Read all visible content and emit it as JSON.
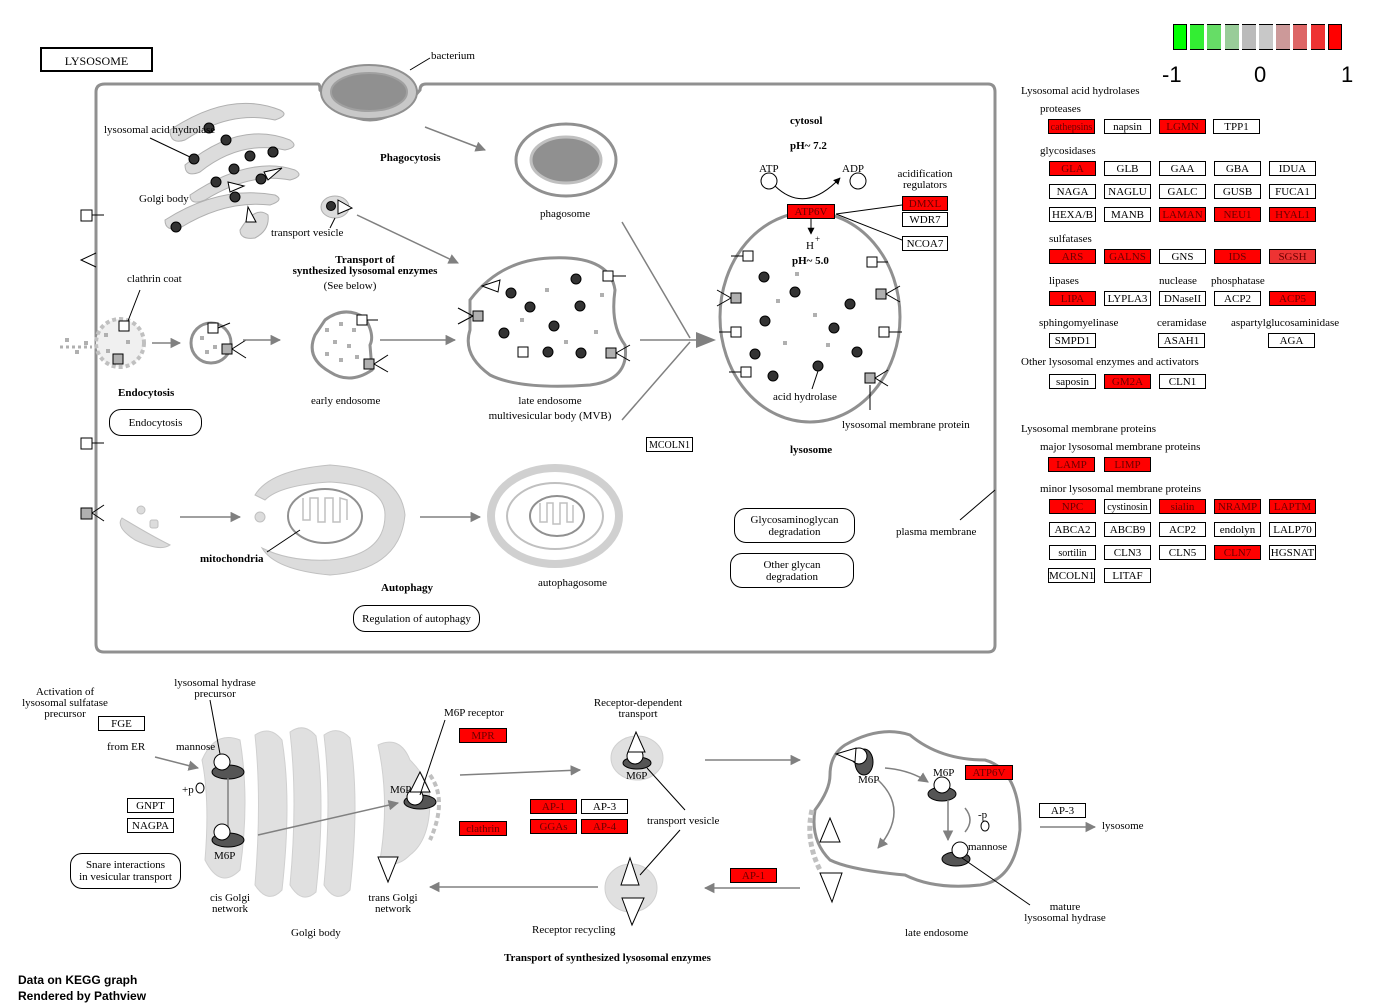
{
  "title": "LYSOSOME",
  "legend": {
    "min": "-1",
    "mid": "0",
    "max": "1",
    "colors": [
      "#00ff00",
      "#33ee33",
      "#66dd66",
      "#99cc99",
      "#bbbbbb",
      "#c8c8c8",
      "#cc9999",
      "#dd6666",
      "#ee3333",
      "#ff0000"
    ]
  },
  "credit": {
    "line1": "Data on KEGG graph",
    "line2": "Rendered by Pathview"
  },
  "labels": {
    "bacterium": "bacterium",
    "lysosomal_acid_hydrolase": "lysosomal acid hydrolase",
    "golgi_body_top": "Golgi body",
    "transport_vesicle_top": "transport vesicle",
    "phagocytosis": "Phagocytosis",
    "phagosome": "phagosome",
    "transport_synth_1": "Transport of",
    "transport_synth_2": "synthesized lysosomal enzymes",
    "see_below": "(See below)",
    "clathrin_coat": "clathrin coat",
    "endocytosis_bold": "Endocytosis",
    "early_endosome": "early endosome",
    "late_endosome_1": "late endosome",
    "late_endosome_2": "multivesicular body (MVB)",
    "cytosol": "cytosol",
    "ph72": "pH~ 7.2",
    "atp": "ATP",
    "adp": "ADP",
    "acid_reg_1": "acidification",
    "acid_reg_2": "regulators",
    "hplus": "H",
    "plus": "+",
    "ph50": "pH~ 5.0",
    "acid_hydrolase": "acid  hydrolase",
    "lysosomal_membrane_protein": "lysosomal membrane protein",
    "lysosome": "lysosome",
    "mitochondria": "mitochondria",
    "autophagy": "Autophagy",
    "autophagosome": "autophagosome",
    "plasma_membrane": "plasma membrane",
    "activation_1": "Activation of",
    "activation_2": "lysosomal sulfatase",
    "activation_3": "precursor",
    "lysosomal_hydrase_1": "lysosomal hydrase",
    "lysosomal_hydrase_2": "precursor",
    "from_er": "from ER",
    "mannose1": "mannose",
    "plus_p": "+p",
    "m6p_cis": "M6P",
    "cis_golgi_1": "cis Golgi",
    "cis_golgi_2": "network",
    "golgi_body_bottom": "Golgi body",
    "m6p_receptor": "M6P receptor",
    "m6p_trans": "M6P",
    "trans_golgi_1": "trans Golgi",
    "trans_golgi_2": "network",
    "receptor_dependent_1": "Receptor-dependent",
    "receptor_dependent_2": "transport",
    "m6p_vesicle": "M6P",
    "transport_vesicle_bottom": "transport vesicle",
    "receptor_recycling": "Receptor recycling",
    "transport_bottom_title": "Transport of synthesized lysosomal enzymes",
    "m6p_le1": "M6P",
    "m6p_le2": "M6P",
    "minus_p": "-p",
    "mannose2": "mannose",
    "mature_1": "mature",
    "mature_2": "lysosomal hydrase",
    "late_endosome_bottom": "late endosome",
    "lysosome_bottom": "lysosome"
  },
  "rounded_boxes": {
    "endocytosis": "Endocytosis",
    "regulation_autophagy": "Regulation of autophagy",
    "gag_1": "Glycosaminoglycan",
    "gag_2": "degradation",
    "glycan_1": "Other glycan",
    "glycan_2": "degradation",
    "snare_1": "Snare interactions",
    "snare_2": "in vesicular transport"
  },
  "diagram_genes": {
    "atp6v_top": "ATP6V",
    "dmxl": "DMXL",
    "wdr7": "WDR7",
    "ncoa7": "NCOA7",
    "mcoln1": "MCOLN1",
    "fge": "FGE",
    "gnpt": "GNPT",
    "nagpa": "NAGPA",
    "mpr": "MPR",
    "ap1_a": "AP-1",
    "ap3_a": "AP-3",
    "clathrin": "clathrin",
    "ggas": "GGAs",
    "ap4": "AP-4",
    "ap1_b": "AP-1",
    "atp6v_bottom": "ATP6V",
    "ap3_b": "AP-3"
  },
  "panel": {
    "acid_hydrolases_title": "Lysosomal acid hydrolases",
    "proteases": "proteases",
    "glycosidases": "glycosidases",
    "sulfatases": "sulfatases",
    "lipases": "lipases",
    "nuclease": "nuclease",
    "phosphatase": "phosphatase",
    "sphingomyelinase": "sphingomyelinase",
    "ceramidase": "ceramidase",
    "aspartylglucosaminidase": "aspartylglucosaminidase",
    "other_enzymes": "Other lysosomal enzymes and activators",
    "membrane_title": "Lysosomal membrane proteins",
    "major": "major lysosomal membrane proteins",
    "minor": "minor lysosomal membrane proteins"
  },
  "gene_rows": [
    [
      "cathepsins",
      "napsin",
      "LGMN",
      "TPP1"
    ],
    [
      "GLA",
      "GLB",
      "GAA",
      "GBA",
      "IDUA"
    ],
    [
      "NAGA",
      "NAGLU",
      "GALC",
      "GUSB",
      "FUCA1"
    ],
    [
      "HEXA/B",
      "MANB",
      "LAMAN",
      "NEU1",
      "HYAL1"
    ],
    [
      "ARS",
      "GALNS",
      "GNS",
      "IDS",
      "SGSH"
    ],
    [
      "LIPA",
      "LYPLA3",
      "DNaseII",
      "ACP2",
      "ACP5"
    ],
    [
      "SMPD1",
      "ASAH1",
      "AGA"
    ],
    [
      "saposin",
      "GM2A",
      "CLN1"
    ],
    [
      "LAMP",
      "LIMP"
    ],
    [
      "NPC",
      "cystinosin",
      "sialin",
      "NRAMP",
      "LAPTM"
    ],
    [
      "ABCA2",
      "ABCB9",
      "ACP2",
      "endolyn",
      "LALP70"
    ],
    [
      "sortilin",
      "CLN3",
      "CLN5",
      "CLN7",
      "HGSNAT"
    ],
    [
      "MCOLN1",
      "LITAF"
    ]
  ],
  "gene_colors": {
    "up": "#ff0000",
    "up_mid": "#ee3333",
    "none": "#ffffff"
  }
}
